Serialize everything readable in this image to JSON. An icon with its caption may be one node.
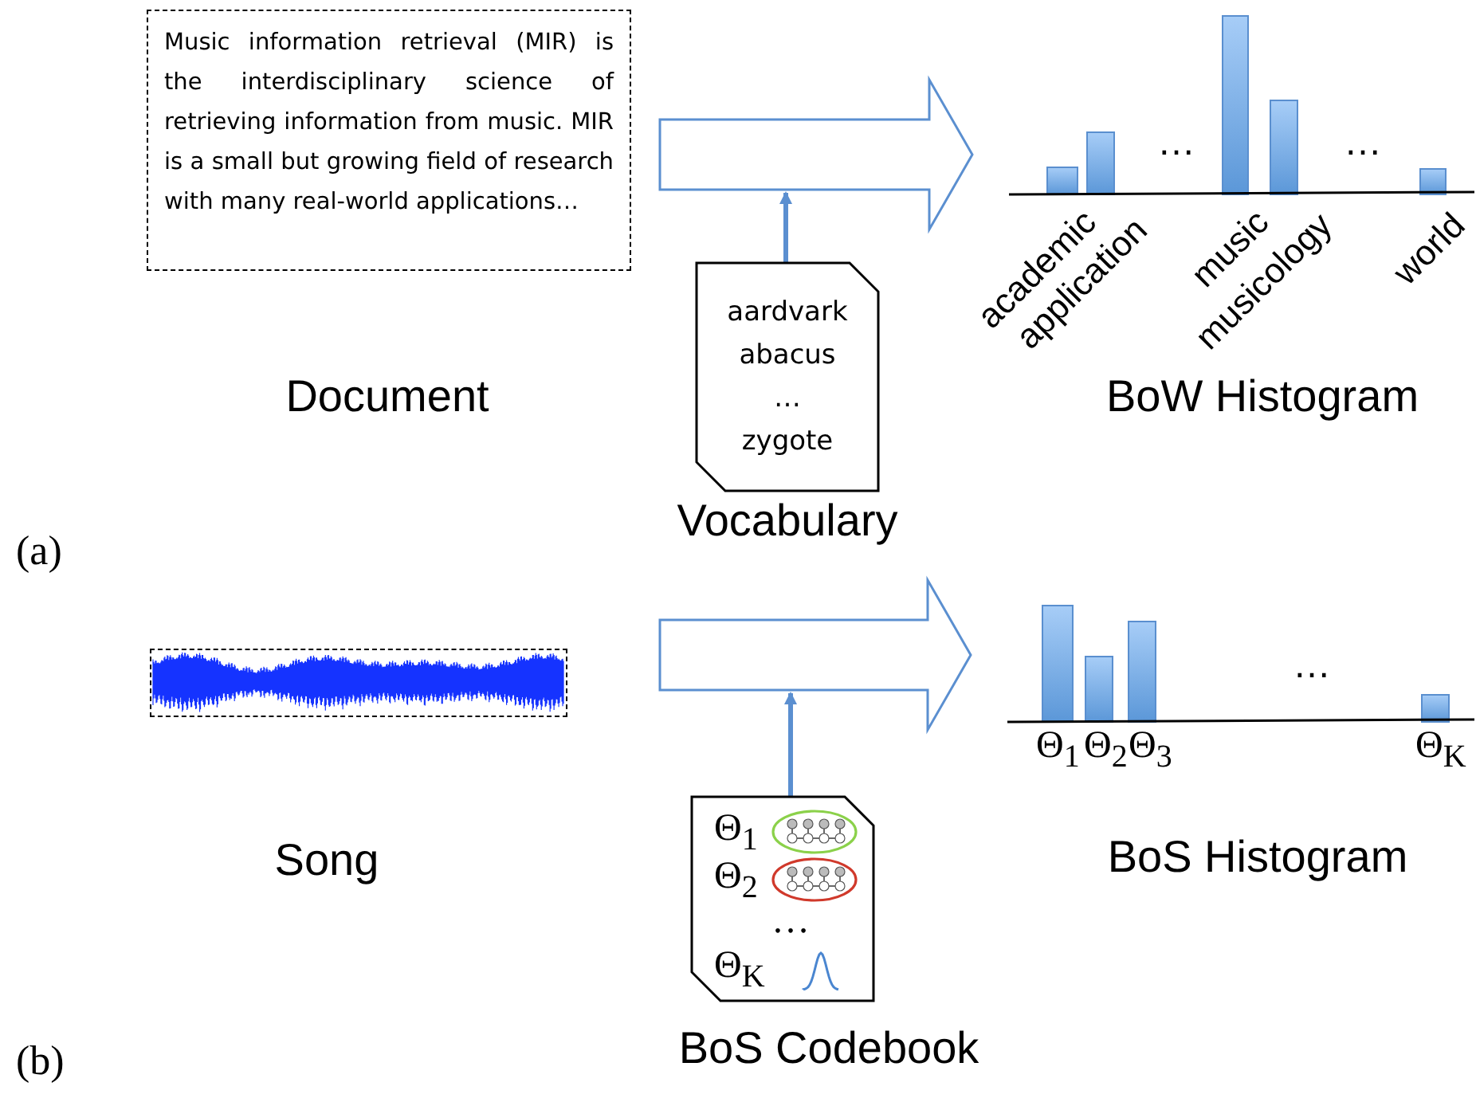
{
  "diagram": {
    "nodes": [
      {
        "text": [
          "Music information retrieval (MIR) is the interdisciplinary science of retrieving information from music. MIR is a small but growing field of research with many real-world applications…"
        ],
        "beside": [
          "Document"
        ]
      },
      {
        "text": [
          "aardvark",
          "abacus",
          "…",
          "zygote"
        ],
        "beside": [
          "Vocabulary"
        ]
      },
      {
        "text": [
          "…",
          "…"
        ],
        "beside": [
          "academic",
          "application",
          "music",
          "musicology",
          "world",
          "BoW Histogram"
        ]
      },
      {
        "text": [],
        "shape": "picture",
        "beside": [
          "Song"
        ]
      },
      {
        "text": [
          "Θ$_{1}$",
          "Θ$_{2}$",
          "…",
          "Θ$_{K}$"
        ],
        "beside": [
          "BoS Codebook"
        ]
      },
      {
        "text": [
          "…"
        ],
        "beside": [
          "Θ$_{1}$",
          "Θ$_{2}$",
          "Θ$_{3}$",
          "Θ$_{K}$",
          "BoS Histogram"
        ]
      }
    ],
    "edges": [
      {
        "from": 0,
        "to": 2,
        "arrow": "to"
      },
      {
        "from": 1,
        "to": null,
        "arrow": "to"
      },
      {
        "from": 3,
        "to": 5,
        "arrow": "to"
      },
      {
        "from": 4,
        "to": null,
        "arrow": "to"
      }
    ],
    "labels": [
      "(a)",
      "(b)"
    ]
  }
}
